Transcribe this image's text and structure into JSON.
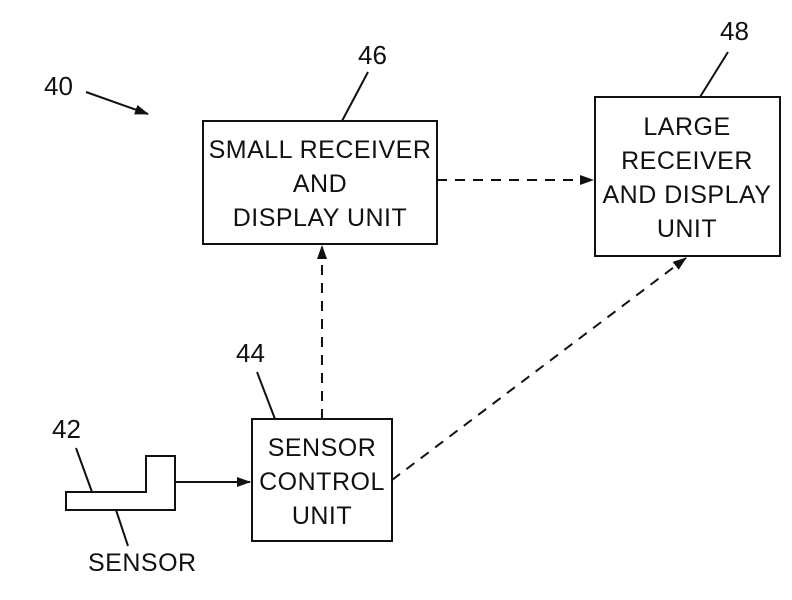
{
  "figure": {
    "ref_system": "40",
    "sensor": {
      "ref": "42",
      "label": "SENSOR"
    },
    "sensor_control_unit": {
      "ref": "44",
      "lines": [
        "SENSOR",
        "CONTROL",
        "UNIT"
      ]
    },
    "small_receiver": {
      "ref": "46",
      "lines": [
        "SMALL RECEIVER",
        "AND",
        "DISPLAY UNIT"
      ]
    },
    "large_receiver": {
      "ref": "48",
      "lines": [
        "LARGE",
        "RECEIVER",
        "AND DISPLAY",
        "UNIT"
      ]
    }
  }
}
